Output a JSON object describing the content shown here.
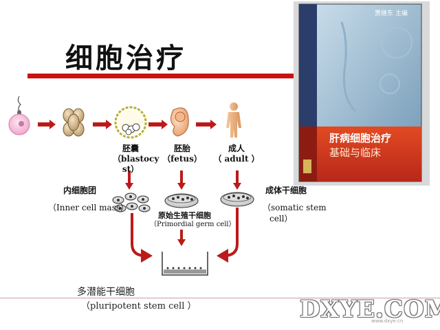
{
  "slide": {
    "title": "细胞治疗",
    "stages": [
      {
        "cn": "胚囊",
        "en": "（blastocy st）"
      },
      {
        "cn": "胚胎",
        "en": "（fetus）"
      },
      {
        "cn": "成人",
        "en": "（ adult ）"
      }
    ],
    "inner_cell_mass": {
      "cn": "内细胞团",
      "en": "（Inner cell mass）"
    },
    "primordial": {
      "cn": "原始生殖干细胞",
      "en": "（Primordial germ cell）"
    },
    "somatic": {
      "cn": "成体干细胞",
      "en": "（somatic stem",
      "en2": "cell）"
    },
    "pluripotent": {
      "cn": "多潜能干细胞",
      "en": "（pluripotent stem cell ）"
    }
  },
  "book": {
    "title": "肝病细胞治疗",
    "subtitle": "基础与临床",
    "author": "贾继东 主编"
  },
  "watermark": {
    "text": "DXYE.COM",
    "sub": "www.dxye.cn"
  },
  "colors": {
    "accent": "#cc1111",
    "arrow": "#bb1a1a"
  }
}
